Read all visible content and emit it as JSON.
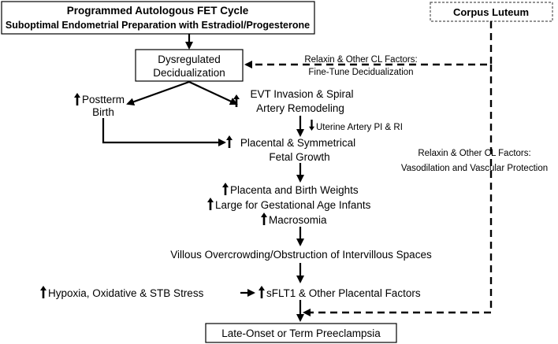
{
  "nodes": {
    "fet_cycle": {
      "line1": "Programmed Autologous FET Cycle",
      "line2": "Suboptimal Endometrial Preparation with Estradiol/Progesterone"
    },
    "corpus_luteum": "Corpus Luteum",
    "dysregulated": {
      "line1": "Dysregulated",
      "line2": "Decidualization"
    },
    "postterm": {
      "line1": "Postterm",
      "line2": "Birth"
    },
    "evt": {
      "line1": "EVT Invasion & Spiral",
      "line2": "Artery Remodeling"
    },
    "placental_growth": {
      "line1": "Placental & Symmetrical",
      "line2": "Fetal Growth"
    },
    "weights": {
      "line1": "Placenta and Birth Weights",
      "line2": "Large for Gestational Age Infants",
      "line3": "Macrosomia"
    },
    "villous": "Villous Overcrowding/Obstruction of Intervillous Spaces",
    "hypoxia": "Hypoxia, Oxidative & STB Stress",
    "sflt1": "sFLT1 & Other Placental Factors",
    "preeclampsia": "Late-Onset or Term Preeclampsia"
  },
  "edge_labels": {
    "relaxin_decid": {
      "line1": "Relaxin & Other CL Factors:",
      "line2": "Fine-Tune Decidualization"
    },
    "uterine_artery": "Uterine Artery PI & RI",
    "relaxin_vaso": {
      "line1": "Relaxin & Other CL Factors:",
      "line2": "Vasodilation and Vascular Protection"
    }
  },
  "colors": {
    "line": "#000000",
    "dashed_box_border": "#555555"
  }
}
